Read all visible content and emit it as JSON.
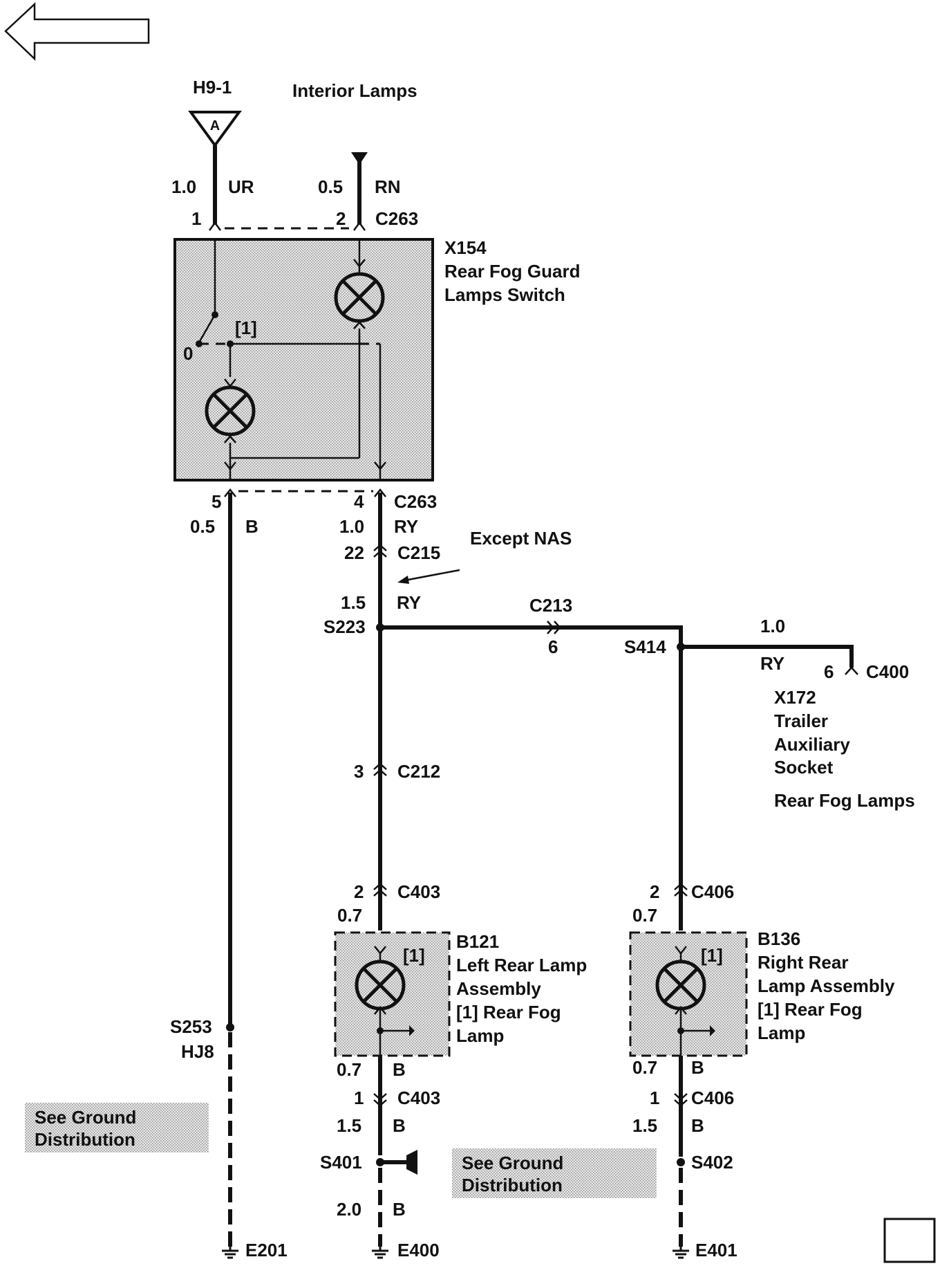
{
  "source": {
    "id": "H9-1",
    "terminal": "A",
    "label": "Interior Lamps"
  },
  "wires": {
    "w1": {
      "size": "1.0",
      "color": "UR",
      "pin": "1"
    },
    "w2": {
      "size": "0.5",
      "color": "RN",
      "pin": "2",
      "connector": "C263"
    },
    "w5": {
      "pin": "5",
      "size": "0.5",
      "color": "B"
    },
    "w4": {
      "pin": "4",
      "connector": "C263",
      "size": "1.0",
      "color": "RY"
    },
    "c215": {
      "pin": "22",
      "connector": "C215"
    },
    "except": "Except NAS",
    "ry15": {
      "size": "1.5",
      "color": "RY"
    },
    "s223": "S223",
    "c213": {
      "connector": "C213",
      "pin": "6"
    },
    "s414": "S414",
    "c400wire": {
      "size": "1.0",
      "color": "RY",
      "pin": "6",
      "connector": "C400"
    },
    "c212": {
      "pin": "3",
      "connector": "C212"
    },
    "c403a": {
      "pin": "2",
      "connector": "C403"
    },
    "c406a": {
      "pin": "2",
      "connector": "C406"
    },
    "left_in_size": "0.7",
    "right_in_size": "0.7",
    "left_out": {
      "size": "0.7",
      "color": "B"
    },
    "right_out": {
      "size": "0.7",
      "color": "B"
    },
    "c403b": {
      "pin": "1",
      "connector": "C403"
    },
    "c406b": {
      "pin": "1",
      "connector": "C406"
    },
    "left_b15": {
      "size": "1.5",
      "color": "B"
    },
    "right_b15": {
      "size": "1.5",
      "color": "B"
    },
    "s401": "S401",
    "s402": "S402",
    "left_b20": {
      "size": "2.0",
      "color": "B"
    },
    "s253": "S253",
    "hj8": "HJ8"
  },
  "switch": {
    "id": "X154",
    "line1": "Rear Fog Guard",
    "line2": "Lamps Switch",
    "pos0": "0",
    "pos1": "[1]"
  },
  "trailer": {
    "id": "X172",
    "line1": "Trailer",
    "line2": "Auxiliary",
    "line3": "Socket",
    "line4": "Rear Fog Lamps"
  },
  "left_lamp": {
    "id": "B121",
    "line1": "Left Rear Lamp",
    "line2": "Assembly",
    "line3": "[1]   Rear Fog",
    "line4": "Lamp",
    "marker": "[1]"
  },
  "right_lamp": {
    "id": "B136",
    "line1": "Right Rear",
    "line2": "Lamp Assembly",
    "line3": "[1]   Rear Fog",
    "line4": "Lamp",
    "marker": "[1]"
  },
  "ground_notes": {
    "left": {
      "line1": "See Ground",
      "line2": "Distribution"
    },
    "center": {
      "line1": "See Ground",
      "line2": "Distribution"
    }
  },
  "grounds": {
    "e201": "E201",
    "e400": "E400",
    "e401": "E401"
  },
  "nav": {
    "icon": "back-arrow-icon"
  }
}
